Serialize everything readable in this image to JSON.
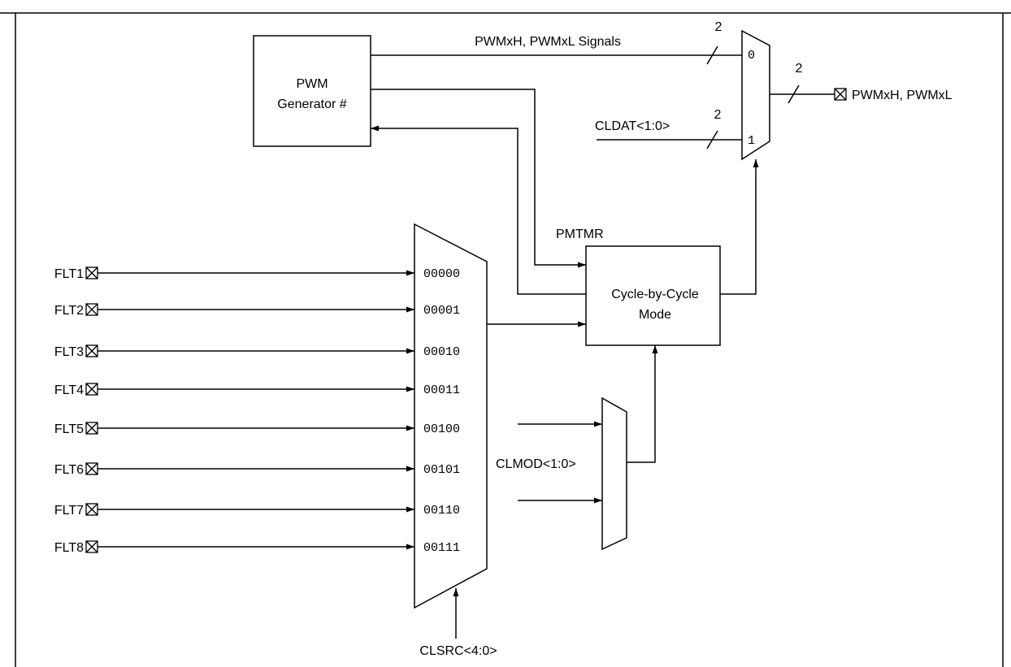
{
  "pwm_generator": {
    "line1": "PWM",
    "line2": "Generator #"
  },
  "output_mux": {
    "in0": "0",
    "in1": "1"
  },
  "signals": {
    "pwm_signals": "PWMxH, PWMxL Signals",
    "cldat": "CLDAT<1:0>",
    "pwm_out": "PWMxH, PWMxL",
    "pmtmr": "PMTMR",
    "clmod": "CLMOD<1:0>",
    "clsrc": "CLSRC<4:0>"
  },
  "bus_widths": {
    "pwm_in": "2",
    "cldat": "2",
    "output": "2"
  },
  "cycle_block": {
    "line1": "Cycle-by-Cycle",
    "line2": "Mode"
  },
  "fault_inputs": [
    {
      "pin": "FLT1",
      "code": "00000"
    },
    {
      "pin": "FLT2",
      "code": "00001"
    },
    {
      "pin": "FLT3",
      "code": "00010"
    },
    {
      "pin": "FLT4",
      "code": "00011"
    },
    {
      "pin": "FLT5",
      "code": "00100"
    },
    {
      "pin": "FLT6",
      "code": "00101"
    },
    {
      "pin": "FLT7",
      "code": "00110"
    },
    {
      "pin": "FLT8",
      "code": "00111"
    }
  ]
}
